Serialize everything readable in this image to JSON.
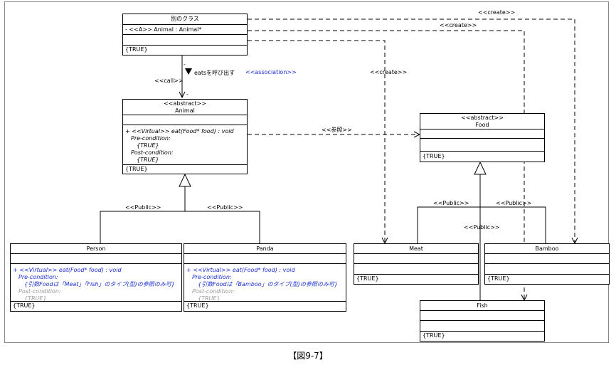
{
  "classes": {
    "other": {
      "name": "別のクラス",
      "attribute": "- <<A>> Animal : Animal*",
      "constraint": "{TRUE}"
    },
    "animal": {
      "stereotype": "<<abstract>>",
      "name": "Animal",
      "operation": "+ <<Virtual>> eat(Food* food) : void",
      "pre_label": "Pre-condition:",
      "pre_value": "{TRUE}",
      "post_label": "Post-condition:",
      "post_value": "{TRUE}",
      "constraint": "{TRUE}"
    },
    "food": {
      "stereotype": "<<abstract>>",
      "name": "Food",
      "constraint": "{TRUE}"
    },
    "person": {
      "name": "Person",
      "operation": "+ <<Virtual>> eat(Food* food) : void",
      "pre_label": "Pre-condition:",
      "pre_value": "{引数Foodは「Meat」「Fish」のタイプ(型)の参照のみ可}",
      "post_label": "Post-condition:",
      "post_value": "{TRUE}",
      "constraint": "{TRUE}"
    },
    "panda": {
      "name": "Panda",
      "operation": "+ <<Virtual>> eat(Food* food) : void",
      "pre_label": "Pre-condition:",
      "pre_value": "{引数Foodは「Bamboo」のタイプ(型)の参照のみ可}",
      "post_label": "Post-condition:",
      "post_value": "{TRUE}",
      "constraint": "{TRUE}"
    },
    "meat": {
      "name": "Meat",
      "constraint": "{TRUE}"
    },
    "bamboo": {
      "name": "Bamboo",
      "constraint": "{TRUE}"
    },
    "fish": {
      "name": "Fish",
      "constraint": "{TRUE}"
    }
  },
  "labels": {
    "create_1": "<<create>>",
    "create_2": "<<create>>",
    "create_3": "<<create>>",
    "call": "<<call>>",
    "assoc_dash": "-",
    "assoc_text": "eatsを呼び出す",
    "association": "<<association>>",
    "assoc_end": "-",
    "reference": "<<参照>>",
    "public_person": "<<Public>>",
    "public_panda": "<<Public>>",
    "public_meat": "<<Public>>",
    "public_bamboo": "<<Public>>",
    "public_fish": "<<Public>>"
  },
  "caption": "【図9-7】"
}
